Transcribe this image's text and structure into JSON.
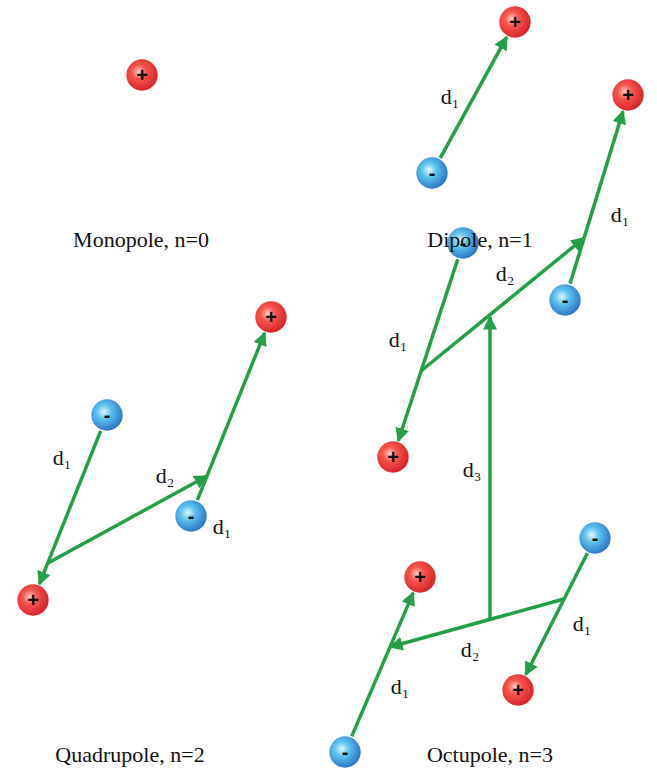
{
  "diagram": {
    "nodes": [
      {
        "text": [
          "+"
        ]
      },
      {
        "text": [
          "+"
        ]
      },
      {
        "text": [
          "-"
        ]
      },
      {
        "text": [
          "-"
        ]
      },
      {
        "text": [
          "+"
        ]
      },
      {
        "text": [
          "-"
        ]
      },
      {
        "text": [
          "+"
        ]
      },
      {
        "text": [
          "-"
        ]
      },
      {
        "text": [
          "+"
        ]
      },
      {
        "text": [
          "-"
        ]
      },
      {
        "text": [
          "+"
        ]
      },
      {
        "text": [
          "-"
        ]
      },
      {
        "text": [
          "+"
        ]
      },
      {
        "text": [
          "-"
        ]
      },
      {
        "text": [
          "+"
        ]
      }
    ],
    "edges": [
      {
        "from": 2,
        "to": 1,
        "arrow": "to",
        "label": "d₁"
      },
      {
        "from": 3,
        "to": 4,
        "arrow": "to",
        "label": "d₁"
      },
      {
        "from": 5,
        "to": 6,
        "arrow": "to",
        "label": "d₁"
      },
      {
        "from": 7,
        "to": 8,
        "arrow": "to",
        "label": "d₁"
      },
      {
        "from": 9,
        "to": 10,
        "arrow": "to",
        "label": "d₁"
      },
      {
        "from": 11,
        "to": 12,
        "arrow": "to",
        "label": "d₁"
      },
      {
        "from": 13,
        "to": 14,
        "arrow": "to",
        "label": "d₁"
      }
    ],
    "labels": [
      "Monopole, n=0",
      "Dipole, n=1",
      "d₂",
      "d₂",
      "d₃",
      "d₂",
      "Quadrupole, n=2",
      "Octupole, n=3"
    ]
  }
}
